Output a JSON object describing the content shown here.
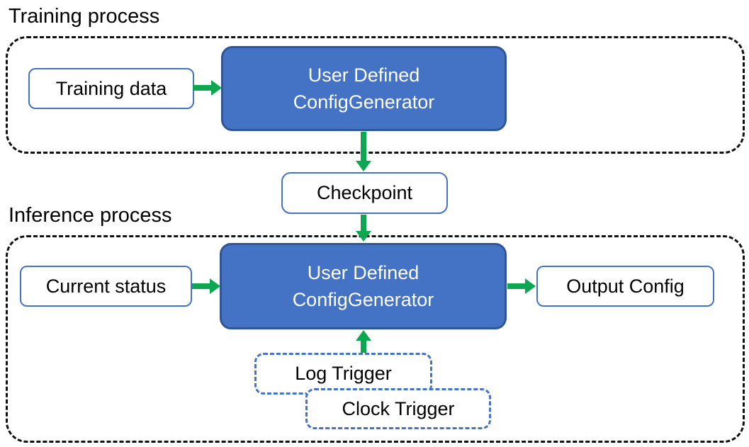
{
  "colors": {
    "accent_blue": "#4472C4",
    "generator_fill": "#4472C4",
    "generator_border": "#2F5597",
    "arrow_green": "#0CA750",
    "dashed_black": "#111111",
    "text": "#000000"
  },
  "training": {
    "title": "Training process",
    "input_label": "Training data",
    "generator_line1": "User Defined",
    "generator_line2": "ConfigGenerator"
  },
  "checkpoint_label": "Checkpoint",
  "inference": {
    "title": "Inference process",
    "input_label": "Current status",
    "generator_line1": "User Defined",
    "generator_line2": "ConfigGenerator",
    "output_label": "Output Config",
    "trigger_labels": [
      "Log Trigger",
      "Clock Trigger"
    ]
  },
  "arrows": [
    {
      "name": "training-data-to-generator",
      "direction": "right"
    },
    {
      "name": "generator-to-checkpoint",
      "direction": "down"
    },
    {
      "name": "checkpoint-to-inference-generator",
      "direction": "down"
    },
    {
      "name": "current-status-to-generator",
      "direction": "right"
    },
    {
      "name": "generator-to-output-config",
      "direction": "right"
    },
    {
      "name": "triggers-to-generator",
      "direction": "up"
    }
  ]
}
